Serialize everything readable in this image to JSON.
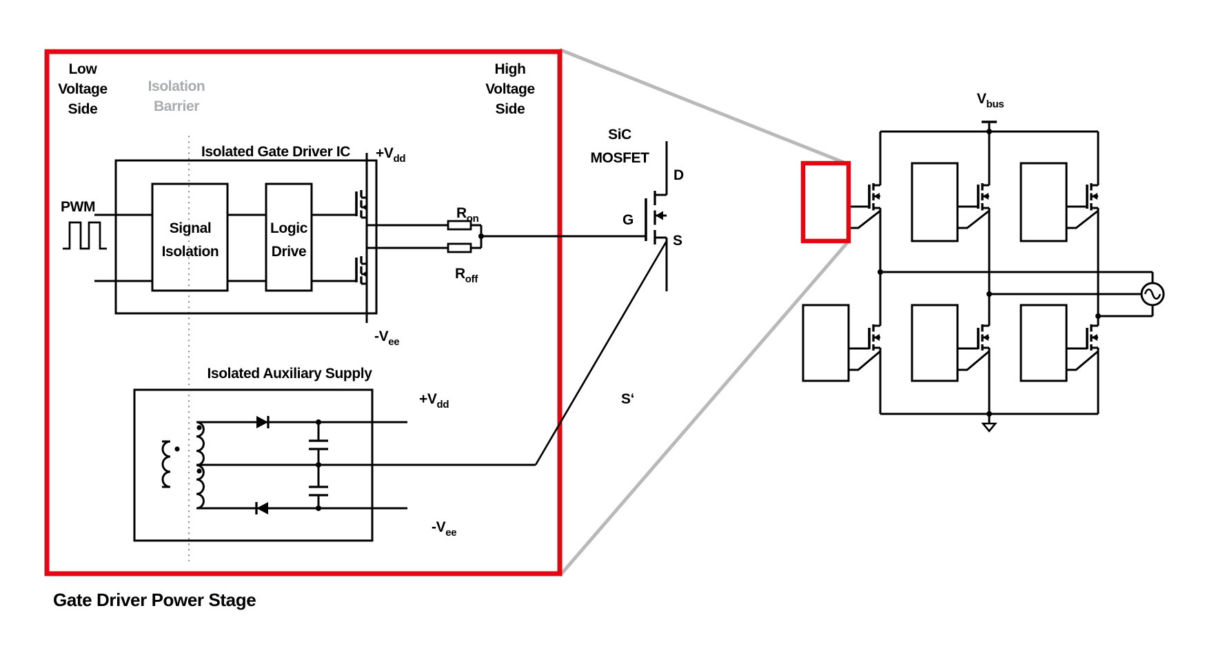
{
  "figure": {
    "caption": "Gate Driver Power Stage",
    "colors": {
      "highlight_red": "#e30613",
      "connector_gray": "#b9b9b9",
      "barrier_gray": "#a9abad",
      "line_black": "#000000"
    }
  },
  "power_stage": {
    "low_voltage_side": [
      "Low",
      "Voltage",
      "Side"
    ],
    "isolation_barrier": [
      "Isolation",
      "Barrier"
    ],
    "high_voltage_side": [
      "High",
      "Voltage",
      "Side"
    ],
    "gate_driver_ic": {
      "title": "Isolated Gate Driver IC",
      "pwm_label": "PWM",
      "signal_isolation": [
        "Signal",
        "Isolation"
      ],
      "logic_drive": [
        "Logic",
        "Drive"
      ],
      "vdd": {
        "main": "+V",
        "sub": "dd"
      },
      "vee": {
        "main": "-V",
        "sub": "ee"
      },
      "r_on": {
        "main": "R",
        "sub": "on"
      },
      "r_off": {
        "main": "R",
        "sub": "off"
      }
    },
    "aux_supply": {
      "title": "Isolated Auxiliary Supply",
      "vdd": {
        "main": "+V",
        "sub": "dd"
      },
      "vee": {
        "main": "-V",
        "sub": "ee"
      }
    }
  },
  "sic_mosfet": {
    "title": [
      "SiC",
      "MOSFET"
    ],
    "drain": "D",
    "gate": "G",
    "source": "S",
    "kelvin": "S‘"
  },
  "inverter": {
    "vbus": {
      "main": "V",
      "sub": "bus"
    }
  }
}
